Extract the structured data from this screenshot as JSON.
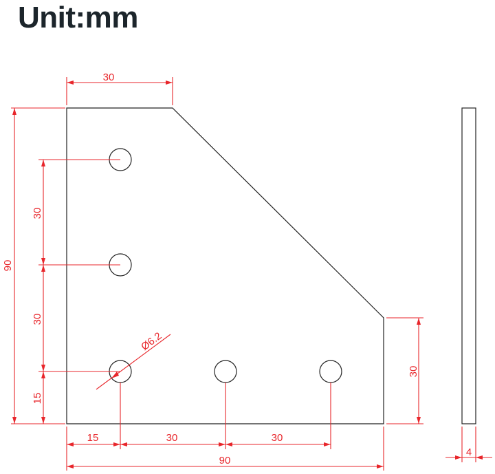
{
  "title": "Unit:mm",
  "colors": {
    "outline": "#222222",
    "dimension": "#e8262b",
    "title": "#1c252b"
  },
  "dimensions": {
    "top_edge": "30",
    "total_height": "90",
    "hole_spacing_vertical_upper": "30",
    "hole_spacing_vertical_lower": "30",
    "hole_offset_bottom": "15",
    "hole_diameter": "Ø6.2",
    "right_edge_height": "30",
    "hole_offset_left": "15",
    "hole_spacing_horizontal_1": "30",
    "hole_spacing_horizontal_2": "30",
    "total_width": "90",
    "thickness": "4"
  }
}
